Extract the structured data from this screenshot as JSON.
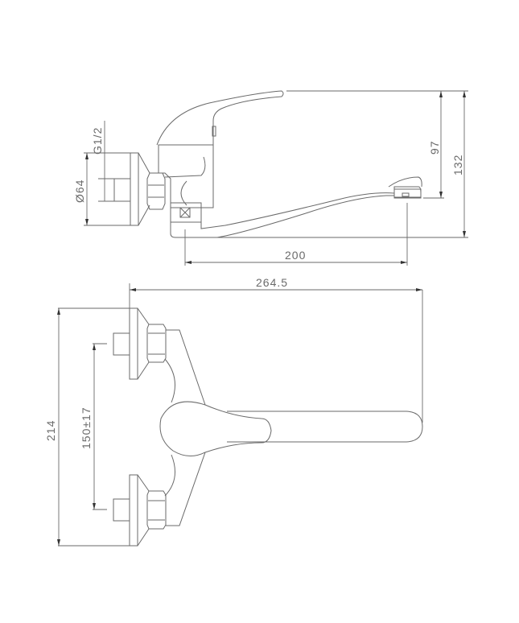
{
  "drawing": {
    "title": "Wall-mounted single lever mixer tap - technical drawing",
    "colors": {
      "line": "#6a6a6a",
      "background": "#ffffff"
    },
    "side_view": {
      "dimensions": {
        "thread": "G1/2",
        "flange_diameter": "Ø64",
        "spout_reach": "200",
        "spout_height": "97",
        "total_height": "132"
      }
    },
    "top_view": {
      "dimensions": {
        "total_length": "264.5",
        "total_width": "214",
        "center_distance": "150±17"
      }
    }
  }
}
